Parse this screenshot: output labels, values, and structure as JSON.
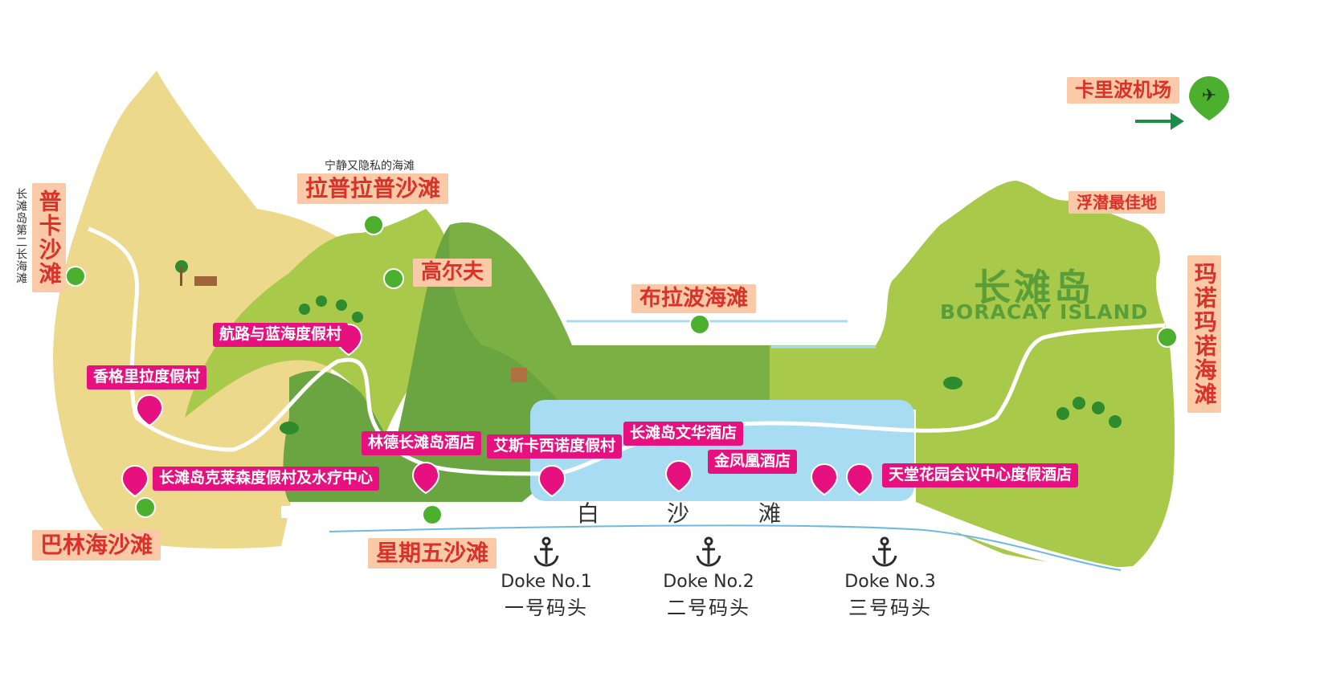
{
  "island": {
    "name_cn": "长滩岛",
    "name_en": "BORACAY ISLAND"
  },
  "airport": {
    "label": "卡里波机场",
    "icon": "airplane-icon"
  },
  "beaches": {
    "puka": "普卡沙滩",
    "puka_note": "长滩岛第二长海滩",
    "lapuz": "拉普拉普沙滩",
    "lapuz_note": "宁静又隐私的海滩",
    "golf": "高尔夫",
    "bulabog": "布拉波海滩",
    "snorkel": "浮潜最佳地",
    "manoc": "玛诺玛诺海滩",
    "balinhai": "巴林海沙滩",
    "friday": "星期五沙滩",
    "white_chars": [
      "白",
      "沙",
      "滩"
    ]
  },
  "hotels": [
    "航路与蓝海度假村",
    "香格里拉度假村",
    "林德长滩岛酒店",
    "艾斯卡西诺度假村",
    "长滩岛文华酒店",
    "金凤凰酒店",
    "天堂花园会议中心度假酒店",
    "长滩岛克莱森度假村及水疗中心"
  ],
  "docks": [
    {
      "en": "Doke No.1",
      "cn": "一号码头"
    },
    {
      "en": "Doke No.2",
      "cn": "二号码头"
    },
    {
      "en": "Doke No.3",
      "cn": "三号码头"
    }
  ],
  "colors": {
    "sand": "#ecd98b",
    "light_green": "#a9c94a",
    "mid_green": "#8dbd45",
    "dark_green": "#6aa542",
    "white_beach": "#a7dcf3",
    "label_bg": "#f9c9a8",
    "label_text": "#d8322a",
    "hotel_pink": "#e6117e",
    "beach_icon_green": "#4caf2e",
    "arrow_green": "#1b8c4a"
  }
}
